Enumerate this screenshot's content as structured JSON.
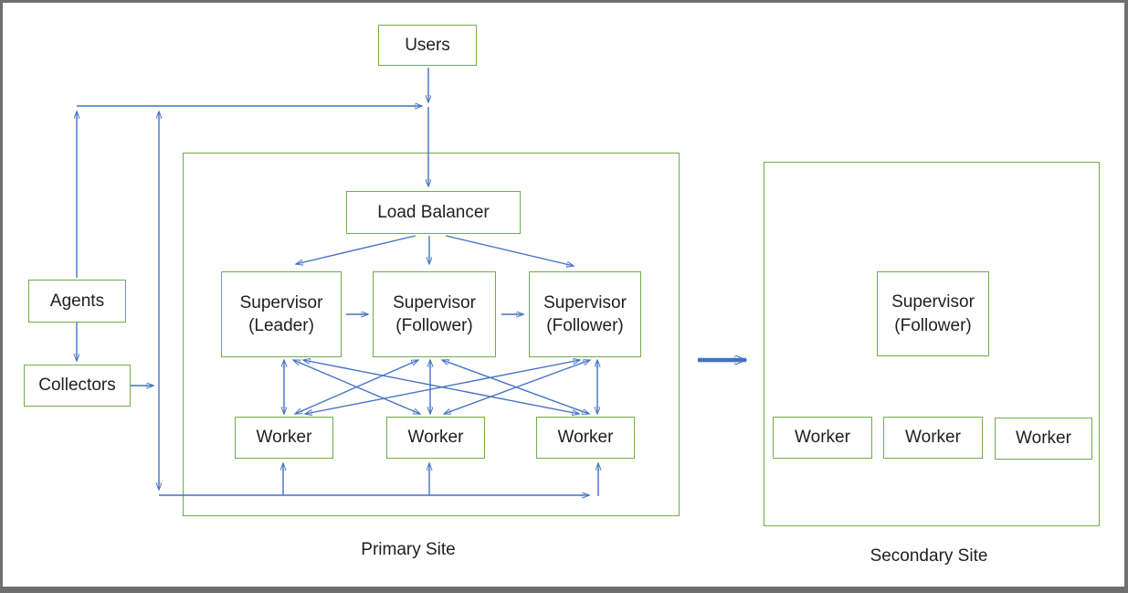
{
  "colors": {
    "box_border_green": "#70AD47",
    "arrow_blue": "#4472C4",
    "frame_gray": "#6F6F6F",
    "text": "#1f1f1f"
  },
  "nodes": {
    "users": "Users",
    "load_balancer": "Load Balancer",
    "agents": "Agents",
    "collectors": "Collectors"
  },
  "primary_site": {
    "label": "Primary Site",
    "supervisors": [
      {
        "title": "Supervisor",
        "role": "(Leader)"
      },
      {
        "title": "Supervisor",
        "role": "(Follower)"
      },
      {
        "title": "Supervisor",
        "role": "(Follower)"
      }
    ],
    "workers": [
      "Worker",
      "Worker",
      "Worker"
    ]
  },
  "secondary_site": {
    "label": "Secondary Site",
    "supervisors": [
      {
        "title": "Supervisor",
        "role": "(Follower)"
      }
    ],
    "workers": [
      "Worker",
      "Worker",
      "Worker"
    ]
  }
}
